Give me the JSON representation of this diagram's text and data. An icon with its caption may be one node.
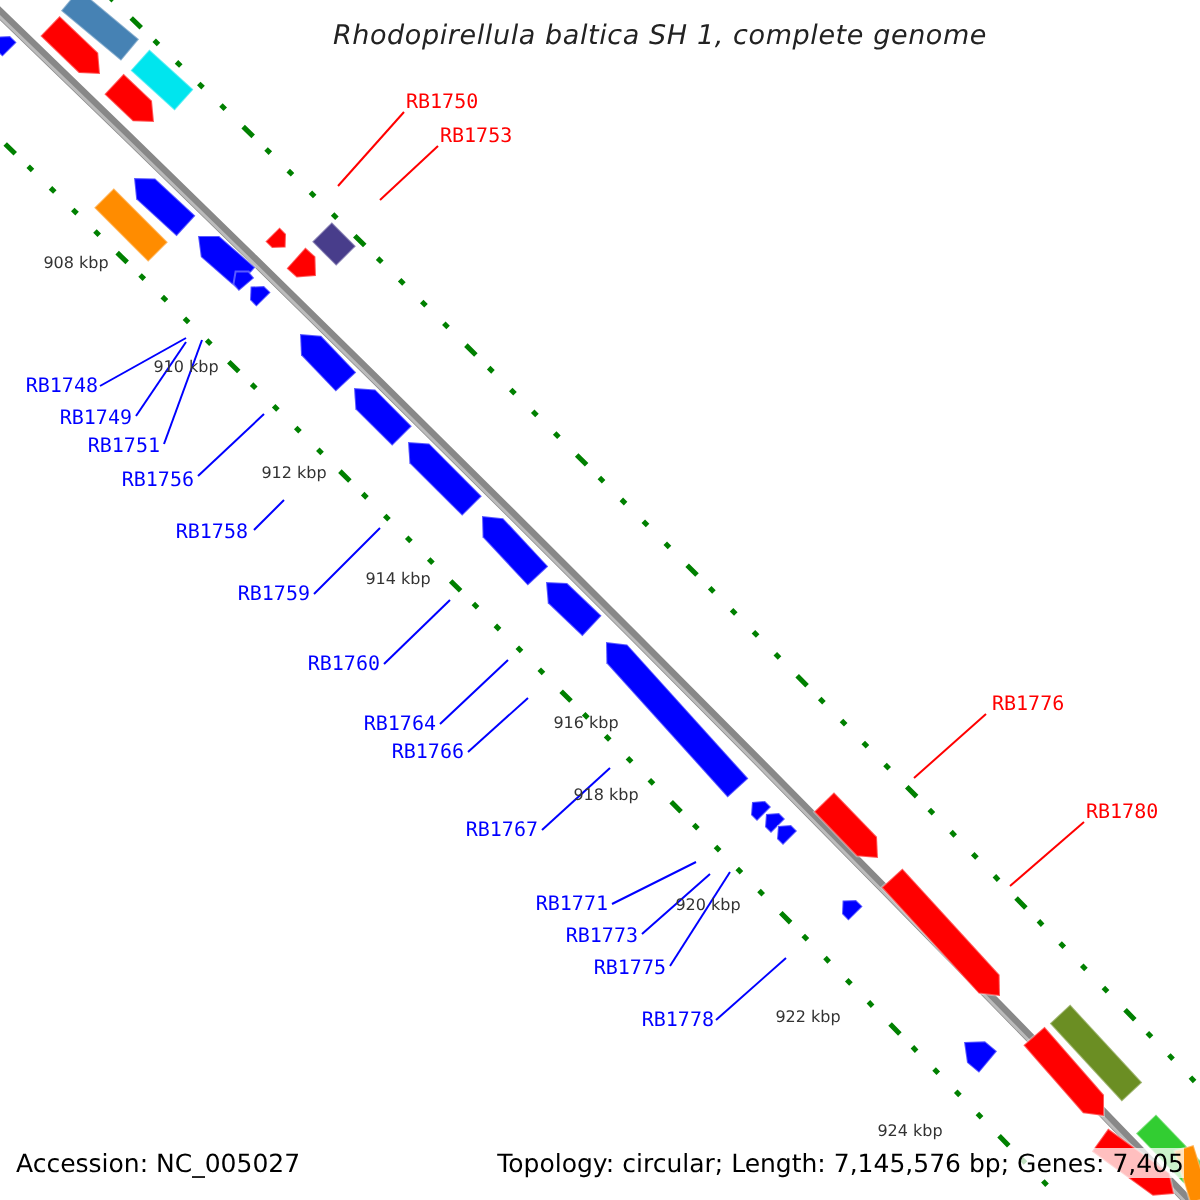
{
  "diagram": {
    "title": "Rhodopirellula baltica SH 1, complete genome",
    "nodes": [
      {
        "text": [
          "RB1750"
        ]
      },
      {
        "text": [
          "RB1753"
        ]
      },
      {
        "text": [
          "RB1748"
        ]
      },
      {
        "text": [
          "RB1749"
        ]
      },
      {
        "text": [
          "RB1751"
        ]
      },
      {
        "text": [
          "RB1756"
        ]
      },
      {
        "text": [
          "RB1758"
        ]
      },
      {
        "text": [
          "RB1759"
        ]
      },
      {
        "text": [
          "RB1760"
        ]
      },
      {
        "text": [
          "RB1764"
        ]
      },
      {
        "text": [
          "RB1766"
        ]
      },
      {
        "text": [
          "RB1776"
        ]
      },
      {
        "text": [
          "RB1767"
        ]
      },
      {
        "text": [
          "RB1780"
        ]
      },
      {
        "text": [
          "RB1771"
        ]
      },
      {
        "text": [
          "RB1773"
        ]
      },
      {
        "text": [
          "RB1775"
        ]
      },
      {
        "text": [
          "RB1778"
        ]
      }
    ],
    "edges": [
      {
        "from": 0,
        "to": null,
        "arrow": "none",
        "color": "#ff0000"
      },
      {
        "from": 1,
        "to": null,
        "arrow": "none",
        "color": "#ff0000"
      },
      {
        "from": 2,
        "to": null,
        "arrow": "none"
      },
      {
        "from": 3,
        "to": null,
        "arrow": "none"
      },
      {
        "from": 4,
        "to": null,
        "arrow": "none"
      },
      {
        "from": 5,
        "to": null,
        "arrow": "none"
      },
      {
        "from": 6,
        "to": null,
        "arrow": "none"
      },
      {
        "from": 7,
        "to": null,
        "arrow": "none"
      },
      {
        "from": 8,
        "to": null,
        "arrow": "none"
      },
      {
        "from": 9,
        "to": null,
        "arrow": "none"
      },
      {
        "from": 10,
        "to": null,
        "arrow": "none"
      },
      {
        "from": 11,
        "to": null,
        "arrow": "none",
        "color": "#ff0000"
      },
      {
        "from": 12,
        "to": null,
        "arrow": "none"
      },
      {
        "from": 13,
        "to": null,
        "arrow": "none",
        "color": "#ff0000"
      },
      {
        "from": 14,
        "to": null,
        "arrow": "none"
      },
      {
        "from": 15,
        "to": null,
        "arrow": "none"
      },
      {
        "from": 16,
        "to": null,
        "arrow": "none"
      },
      {
        "from": 17,
        "to": null,
        "arrow": "none"
      }
    ],
    "labels": [
      "908 kbp",
      "910 kbp",
      "912 kbp",
      "914 kbp",
      "916 kbp",
      "918 kbp",
      "920 kbp",
      "922 kbp",
      "924 kbp",
      "Accession: NC_005027",
      "Topology: circular; Length: 7,145,576 bp; Genes: 7,405"
    ]
  }
}
